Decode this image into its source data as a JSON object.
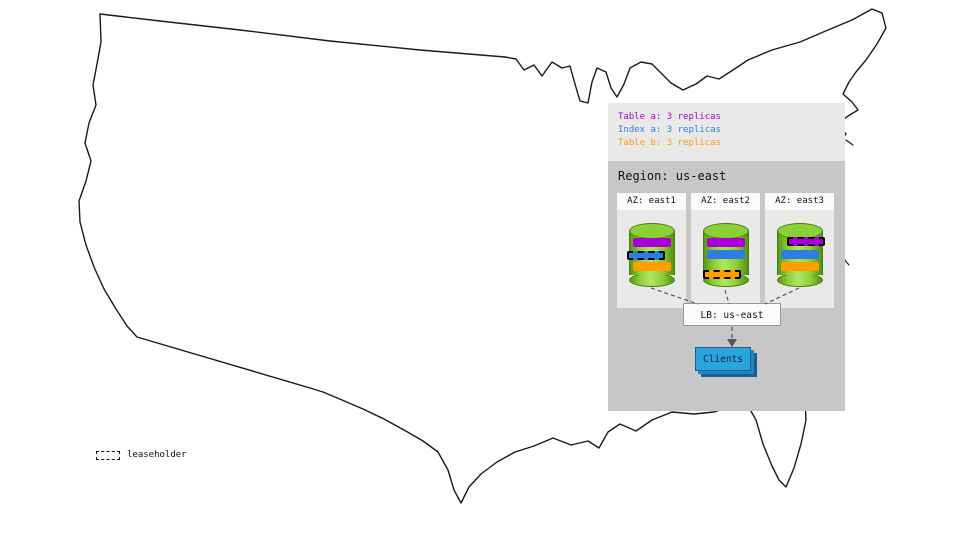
{
  "legend": {
    "items": [
      {
        "label": "Table a: 3 replicas",
        "color": "#a800d8"
      },
      {
        "label": "Index a: 3 replicas",
        "color": "#2f7de1"
      },
      {
        "label": "Table b: 3 replicas",
        "color": "#ff9e00"
      }
    ]
  },
  "region": {
    "title": "Region: us-east",
    "azs": [
      {
        "label": "AZ: east1",
        "replicas": [
          {
            "name": "table-a",
            "color": "#a800d8",
            "leaseholder": false
          },
          {
            "name": "index-a",
            "color": "#2f7de1",
            "leaseholder": true
          },
          {
            "name": "table-b",
            "color": "#ff9e00",
            "leaseholder": false
          }
        ]
      },
      {
        "label": "AZ: east2",
        "replicas": [
          {
            "name": "table-a",
            "color": "#a800d8",
            "leaseholder": false
          },
          {
            "name": "index-a",
            "color": "#2f7de1",
            "leaseholder": false
          },
          {
            "name": "table-b",
            "color": "#ff9e00",
            "leaseholder": true
          }
        ]
      },
      {
        "label": "AZ: east3",
        "replicas": [
          {
            "name": "table-a",
            "color": "#a800d8",
            "leaseholder": true
          },
          {
            "name": "index-a",
            "color": "#2f7de1",
            "leaseholder": false
          },
          {
            "name": "table-b",
            "color": "#ff9e00",
            "leaseholder": false
          }
        ]
      }
    ],
    "load_balancer": {
      "label": "LB: us-east"
    },
    "clients": {
      "label": "Clients",
      "color": "#2ba3df"
    }
  },
  "map_key": {
    "label": "leaseholder"
  }
}
